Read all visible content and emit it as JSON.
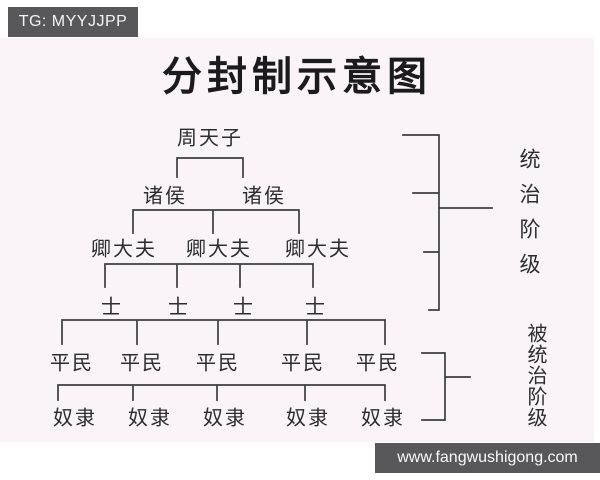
{
  "title": "分封制示意图",
  "watermarks": {
    "top_left": "TG: MYYJJPP",
    "bottom_right": "www.fangwushigong.com"
  },
  "tree": {
    "levels": [
      {
        "rank": 1,
        "label": "周天子",
        "count": 1
      },
      {
        "rank": 2,
        "label": "诸侯",
        "count": 2
      },
      {
        "rank": 3,
        "label": "卿大夫",
        "count": 3
      },
      {
        "rank": 4,
        "label": "士",
        "count": 4
      },
      {
        "rank": 5,
        "label": "平民",
        "count": 5
      },
      {
        "rank": 6,
        "label": "奴隶",
        "count": 5
      }
    ]
  },
  "class_labels": {
    "ruling": "统治阶级",
    "ruled": "被统治阶级"
  },
  "colors": {
    "diagram_background": "#faf4f8",
    "page_background": "#ffffff",
    "watermark_bar": "#58585a",
    "line": "#3c3c40",
    "text": "#2d2d31"
  }
}
